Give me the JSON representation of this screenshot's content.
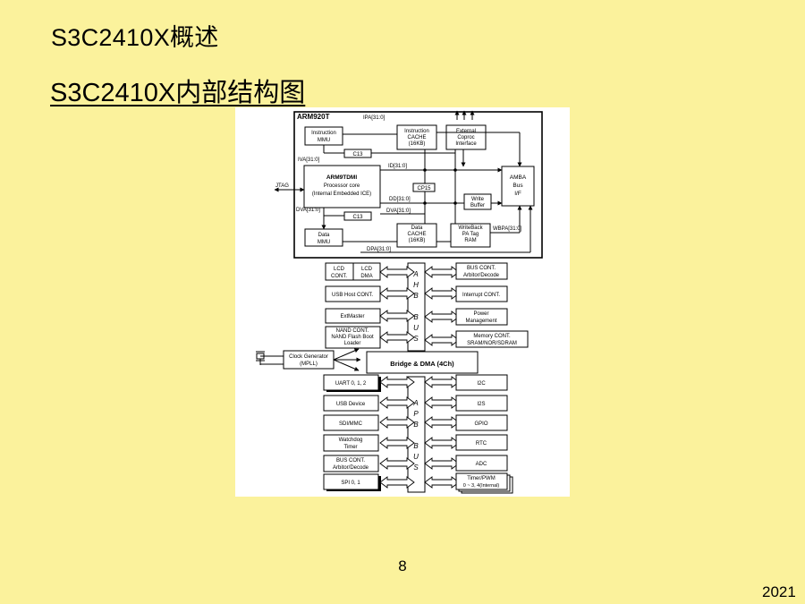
{
  "slide": {
    "title": "S3C2410X概述",
    "subtitle": "S3C2410X内部结构图",
    "page_number": "8",
    "year": "2021"
  },
  "diagram": {
    "core": {
      "arm920t": "ARM920T",
      "ipa": "IPA[31:0]",
      "instruction_mmu": [
        "Instruction",
        "MMU"
      ],
      "instruction_cache": [
        "Instruction",
        "CACHE",
        "(16KB)"
      ],
      "external_coproc": [
        "External",
        "Coproc",
        "Interface"
      ],
      "c13_top": "C13",
      "iva": "IVA[31:0]",
      "id": "ID[31:0]",
      "jtag": "JTAG",
      "arm9tdmi": [
        "ARM9TDMI",
        "Processor core",
        "(Internal Embedded ICE)"
      ],
      "cp15": "CP15",
      "amba": [
        "AMBA",
        "Bus",
        "I/F"
      ],
      "dd": "DD[31:0]",
      "write_buffer": [
        "Write",
        "Buffer"
      ],
      "dva_left": "DVA[31:0]",
      "dva_right": "DVA[31:0]",
      "c13_bottom": "C13",
      "data_mmu": [
        "Data",
        "MMU"
      ],
      "data_cache": [
        "Data",
        "CACHE",
        "(16KB)"
      ],
      "writeback": [
        "WriteBack",
        "PA Tag",
        "RAM"
      ],
      "wbpa": "WBPA[31:0]",
      "dpa": "DPA[31:0]"
    },
    "ahb": {
      "bus_letters": [
        "A",
        "H",
        "B",
        "",
        "B",
        "U",
        "S"
      ],
      "lcd_cont": [
        "LCD",
        "CONT."
      ],
      "lcd_dma": [
        "LCD",
        "DMA"
      ],
      "usb_host": "USB Host CONT.",
      "extmaster": "ExtMaster",
      "nand": [
        "NAND CONT.",
        "NAND Flash Boot",
        "Loader"
      ],
      "bus_cont": [
        "BUS CONT.",
        "Arbitor/Decode"
      ],
      "interrupt": "Interrupt CONT.",
      "power": [
        "Power",
        "Management"
      ],
      "memory": [
        "Memory CONT.",
        "SRAM/NOR/SDRAM"
      ]
    },
    "bridge": {
      "clock_gen": [
        "Clock Generator",
        "(MPLL)"
      ],
      "bridge_dma": "Bridge & DMA (4Ch)"
    },
    "apb": {
      "bus_letters": [
        "A",
        "P",
        "B",
        "",
        "B",
        "U",
        "S"
      ],
      "uart": "UART 0, 1, 2",
      "usb_device": "USB Device",
      "sdi": "SDI/MMC",
      "watchdog": [
        "Watchdog",
        "Timer"
      ],
      "bus_cont": [
        "BUS CONT.",
        "Arbitor/Decode"
      ],
      "spi": "SPI 0, 1",
      "i2c": "I2C",
      "i2s": "I2S",
      "gpio": "GPIO",
      "rtc": "RTC",
      "adc": "ADC",
      "timer": [
        "Timer/PWM",
        "0 ~ 3, 4(Internal)"
      ]
    }
  }
}
